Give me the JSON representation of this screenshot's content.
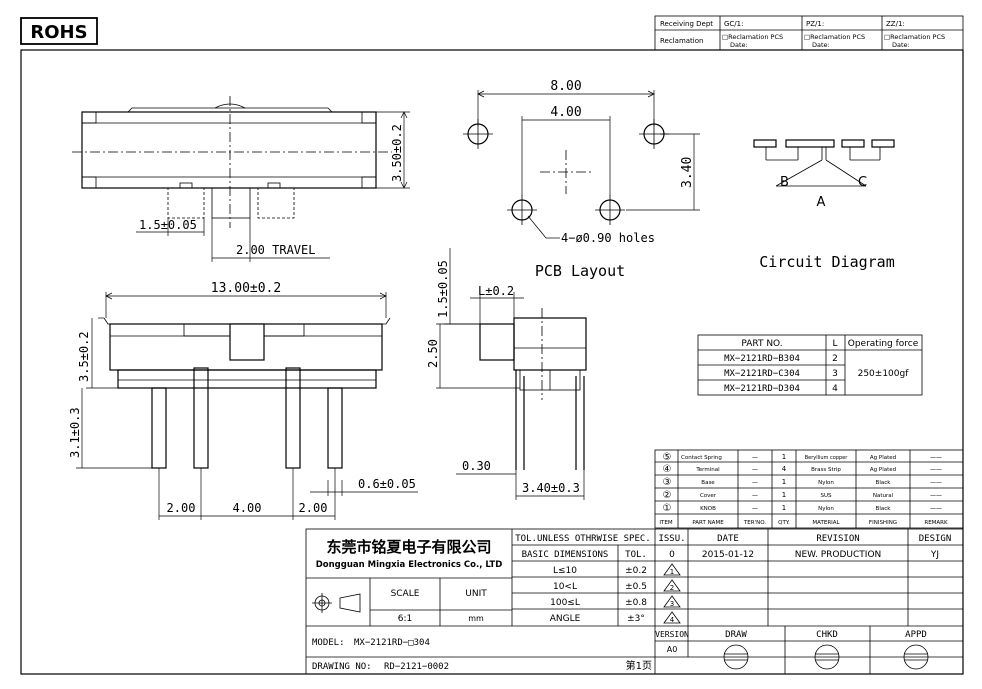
{
  "rohs": "ROHS",
  "header_table": {
    "receiving_dept": "Receiving Dept",
    "reclamation": "Reclamation",
    "cols": [
      {
        "code": "GC/1:",
        "opt": "□Reclamation  PCS",
        "date": "Date:"
      },
      {
        "code": "PZ/1:",
        "opt": "□Reclamation  PCS",
        "date": "Date:"
      },
      {
        "code": "ZZ/1:",
        "opt": "□Reclamation  PCS",
        "date": "Date:"
      }
    ]
  },
  "dims": {
    "height_350": "3.50±0.2",
    "d150": "1.5±0.05",
    "travel": "2.00 TRAVEL",
    "d800": "8.00",
    "d400_pcb": "4.00",
    "d340": "3.40",
    "holes": "4−ø0.90 holes",
    "d1300": "13.00±0.2",
    "d35": "3.5±0.2",
    "d31": "3.1±0.3",
    "d200_a": "2.00",
    "d400_b": "4.00",
    "d200_c": "2.00",
    "d06": "0.6±0.05",
    "d15v": "1.5±0.05",
    "l02": "L±0.2",
    "d250": "2.50",
    "d030": "0.30",
    "d340b": "3.40±0.3"
  },
  "pcb_layout_label": "PCB Layout",
  "circuit": {
    "title": "Circuit Diagram",
    "b": "B",
    "c": "C",
    "a": "A"
  },
  "part_table": {
    "headers": [
      "PART NO.",
      "L",
      "Operating force"
    ],
    "rows": [
      {
        "part": "MX−2121RD−B304",
        "l": "2"
      },
      {
        "part": "MX−2121RD−C304",
        "l": "3"
      },
      {
        "part": "MX−2121RD−D304",
        "l": "4"
      }
    ],
    "force": "250±100gf"
  },
  "bom": {
    "rows": [
      {
        "item": "⑤",
        "name": "Contact Spring",
        "ter": "—",
        "qty": "1",
        "material": "Beryllium copper",
        "finish": "Ag Plated",
        "remark": "——"
      },
      {
        "item": "④",
        "name": "Terminal",
        "ter": "—",
        "qty": "4",
        "material": "Brass Strip",
        "finish": "Ag Plated",
        "remark": "——"
      },
      {
        "item": "③",
        "name": "Base",
        "ter": "—",
        "qty": "1",
        "material": "Nylon",
        "finish": "Black",
        "remark": "——"
      },
      {
        "item": "②",
        "name": "Cover",
        "ter": "—",
        "qty": "1",
        "material": "SUS",
        "finish": "Natural",
        "remark": "——"
      },
      {
        "item": "①",
        "name": "KNOB",
        "ter": "—",
        "qty": "1",
        "material": "Nylon",
        "finish": "Black",
        "remark": "——"
      }
    ],
    "headers": [
      "ITEM",
      "PART NAME",
      "TER'NO.",
      "QTY.",
      "MATERIAL",
      "FINISHING",
      "REMARK"
    ]
  },
  "title_block": {
    "company_cn": "东莞市铭夏电子有限公司",
    "company_en": "Dongguan Mingxia Electronics Co., LTD",
    "tol_header": "TOL.UNLESS OTHRWISE SPEC.",
    "basic_dims": "BASIC DIMENSIONS",
    "tol": "TOL.",
    "tol_rows": [
      {
        "range": "L≤10",
        "tol": "±0.2"
      },
      {
        "range": "10<L",
        "tol": "±0.5"
      },
      {
        "range": "100≤L",
        "tol": "±0.8"
      },
      {
        "range": "ANGLE",
        "tol": "±3°"
      }
    ],
    "scale_label": "SCALE",
    "unit_label": "UNIT",
    "scale": "6:1",
    "unit": "mm",
    "issu": "ISSU.",
    "date": "DATE",
    "revision": "REVISION",
    "design": "DESIGN",
    "rev_rows": [
      {
        "issu": "0",
        "date": "2015-01-12",
        "rev": "NEW. PRODUCTION",
        "by": "YJ"
      }
    ],
    "markers": [
      "1",
      "2",
      "3",
      "4"
    ],
    "version": "VERSION",
    "version_val": "A0",
    "draw": "DRAW",
    "chkd": "CHKD",
    "appd": "APPD",
    "model_label": "MODEL:",
    "model": "MX−2121RD−□304",
    "drawing_label": "DRAWING NO:",
    "drawing_no": "RD−2121−0002",
    "page": "第1页"
  }
}
